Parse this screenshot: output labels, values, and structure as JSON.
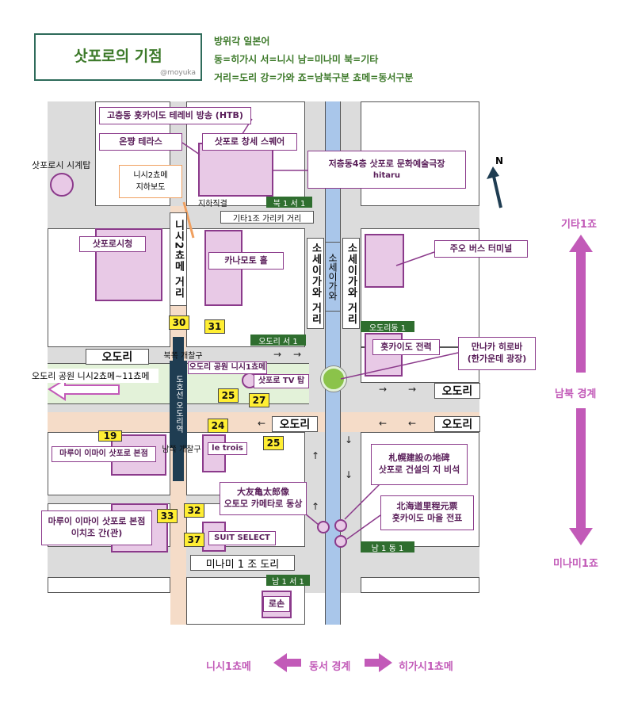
{
  "title": "삿포로의 기점",
  "credit": "@moyuka",
  "legend": [
    "방위각 일본어",
    "동=히가시   서=니시  남=미나미  북=기타",
    "거리=도리  강=가와  죠=남북구분  쵸메=동서구분"
  ],
  "north": "N",
  "labels": {
    "htb": "고층동 홋카이도 테레비 방송 (HTB)",
    "terrace": "온쨩 테라스",
    "square": "삿포로 창세 스퀘어",
    "hitaru_1": "저층동4층   삿포로 문화예술극장",
    "hitaru_2": "hitaru",
    "clock": "삿포로시 시계탑",
    "tunnel_1": "니시2쵸메",
    "tunnel_2": "지하보도",
    "direct": "지하직결",
    "kita1nishi1": "북 1 서 1",
    "kita1jo_street": "기타1조 가리키 거리",
    "cityhall": "삿포로시청",
    "kanamoto": "카나모토 홀",
    "chuo_bus": "주오 버스 터미널",
    "nishi2_street": "니시2쵸메 거리",
    "soseigawa_street_w": "소세이가와 거리",
    "soseigawa": "소세이가와",
    "soseigawa_street_e": "소세이가와 거리",
    "odori_nishi1": "오도리 서 1",
    "odori_higashi1": "오도리동 1",
    "hokkaido_power": "홋카이도 전력",
    "manaka_1": "만나카 히로바",
    "manaka_2": "(한가운데 광장)",
    "odori_main": "오도리",
    "north_gate": "북쪽 개찰구",
    "park_label": "오도리 공원 니시1쵸메",
    "park_west": "오도리 공원 니시2쵸메~11쵸메",
    "station": "도호선 오도리역",
    "tv_tower": "삿포로 TV 탑",
    "odori_lower_mid": "오도리",
    "odori_lower_right": "오도리",
    "odori_right": "오도리",
    "marui_honten": "마루이 이마이 삿포로 본점",
    "south_gate": "남쪽 개찰구",
    "le_trois": "le trois",
    "monument_1": "札幌建設の地碑",
    "monument_2": "삿포로 건설의 지 비석",
    "statue_1": "大友亀太郎像",
    "statue_2": "오토모 카메타로 동상",
    "marker_1": "北海道里程元票",
    "marker_2": "홋카이도 마을 전표",
    "marui_ichijo_1": "마루이 이마이 삿포로 본점",
    "marui_ichijo_2": "이치조 간(관)",
    "suit_select": "SUIT SELECT",
    "minami1higashi1": "남 1 동 1",
    "minami1jo_street": "미나미 1 조 도리",
    "minami1nishi1": "남 1 서 1",
    "lawson": "로손",
    "dir_north": "기타1죠",
    "dir_boundary_ns": "남북 경계",
    "dir_south": "미나미1죠",
    "dir_west": "니시1쵸메",
    "dir_boundary_ew": "동서 경계",
    "dir_east": "히가시1쵸메"
  },
  "numbers": [
    "30",
    "31",
    "25",
    "27",
    "24",
    "19",
    "25",
    "33",
    "32",
    "37"
  ],
  "colors": {
    "title_green": "#3d7a2a",
    "label_purple": "#8b3a8b",
    "building_pink": "#e8c9e6",
    "road_gray": "#dcdcdc",
    "river_blue": "#a9c6ea",
    "park_green": "#e3f2d9",
    "walk_orange": "#f5dcc8",
    "route_orange": "#f0a060",
    "station_navy": "#1f3d52",
    "number_yellow": "#ffee33",
    "direction_pink": "#c25ab8",
    "address_green": "#2f6e2f"
  }
}
